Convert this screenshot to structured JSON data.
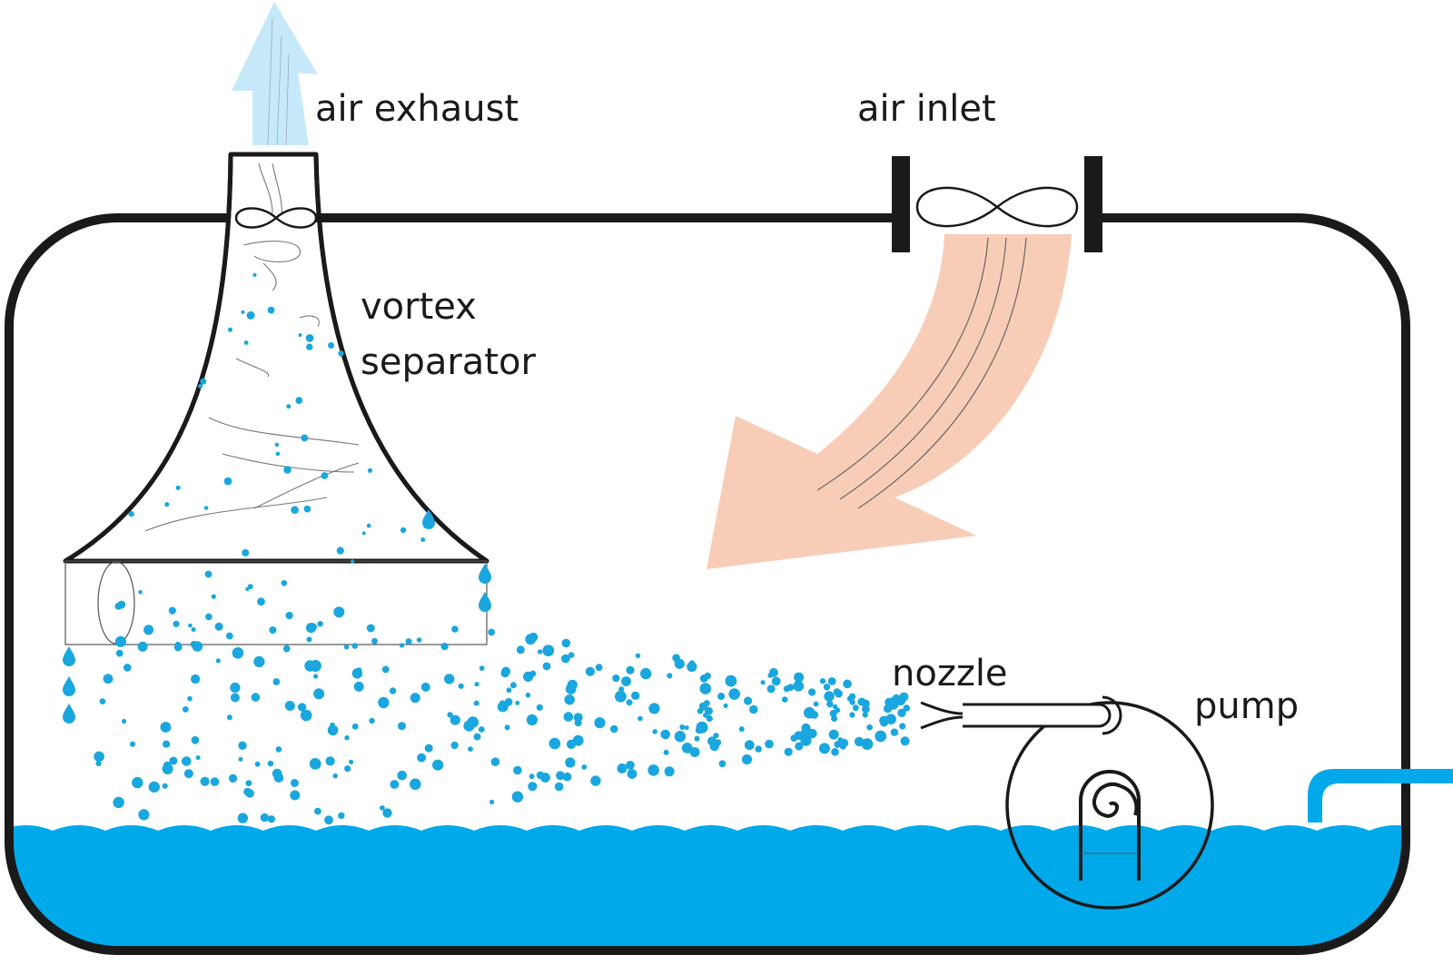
{
  "labels": {
    "air_exhaust": "air exhaust",
    "air_inlet": "air inlet",
    "vortex_line1": "vortex",
    "vortex_line2": "separator",
    "nozzle": "nozzle",
    "pump": "pump"
  },
  "colors": {
    "water": "#00a9ea",
    "droplet": "#1aa6de",
    "tank_outline": "#1a1a1a",
    "exhaust_arrow": "#c6e9f9",
    "inlet_arrow": "#f8cdb7"
  },
  "icons": {
    "exhaust_fan": "propeller-icon",
    "inlet_fan": "propeller-icon",
    "pump": "pump-icon"
  }
}
